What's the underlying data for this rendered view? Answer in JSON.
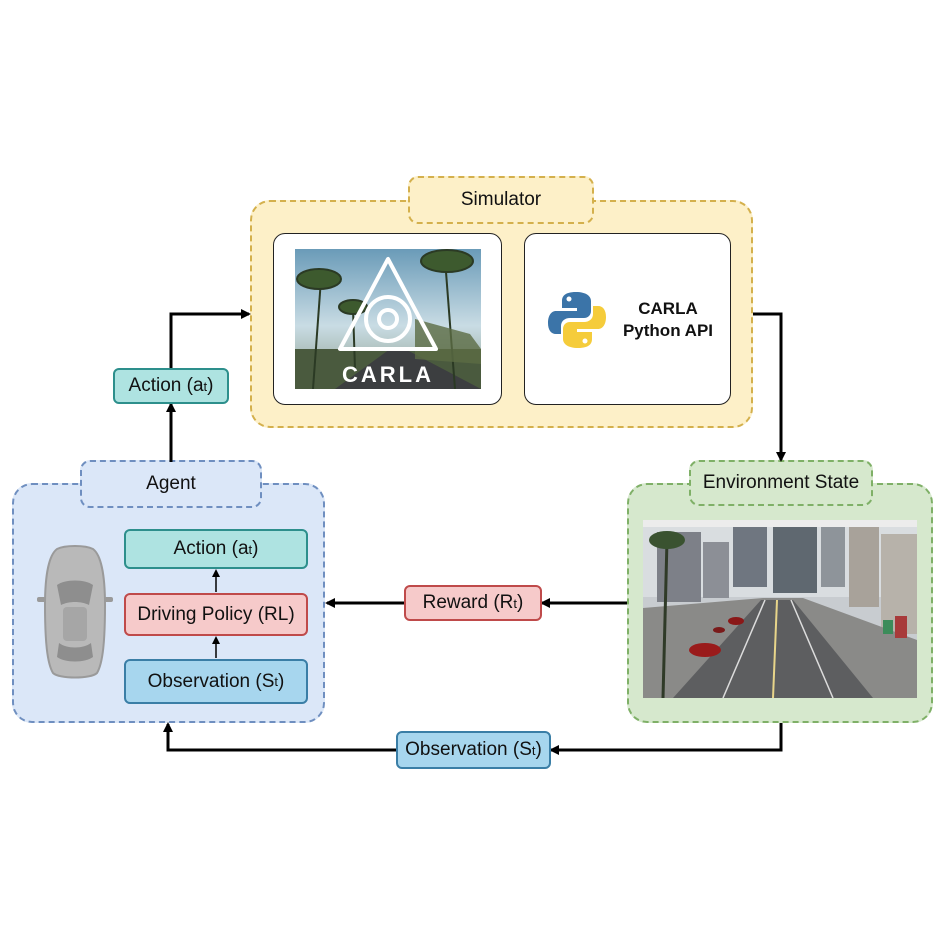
{
  "simulator": {
    "label": "Simulator",
    "carla_logo_text": "CARLA",
    "api_line1": "CARLA",
    "api_line2": "Python API"
  },
  "agent": {
    "label": "Agent",
    "action": {
      "base": "Action (a",
      "sub": "t",
      "end": ")"
    },
    "policy": "Driving Policy (RL)",
    "observation": {
      "base": "Observation (S",
      "sub": "t",
      "end": ")"
    }
  },
  "environment": {
    "label": "Environment State"
  },
  "flows": {
    "action": {
      "base": "Action (a",
      "sub": "t",
      "end": ")"
    },
    "reward": {
      "base": "Reward (R",
      "sub": "t",
      "end": ")"
    },
    "observation": {
      "base": "Observation (S",
      "sub": "t",
      "end": ")"
    }
  },
  "colors": {
    "simulator_fill": "#fdf0c8",
    "agent_fill": "#dbe7f8",
    "environment_fill": "#d6e8cd",
    "action_box": "#aee3e1",
    "reward_box": "#f6caca",
    "observation_box": "#a7d6ee"
  }
}
